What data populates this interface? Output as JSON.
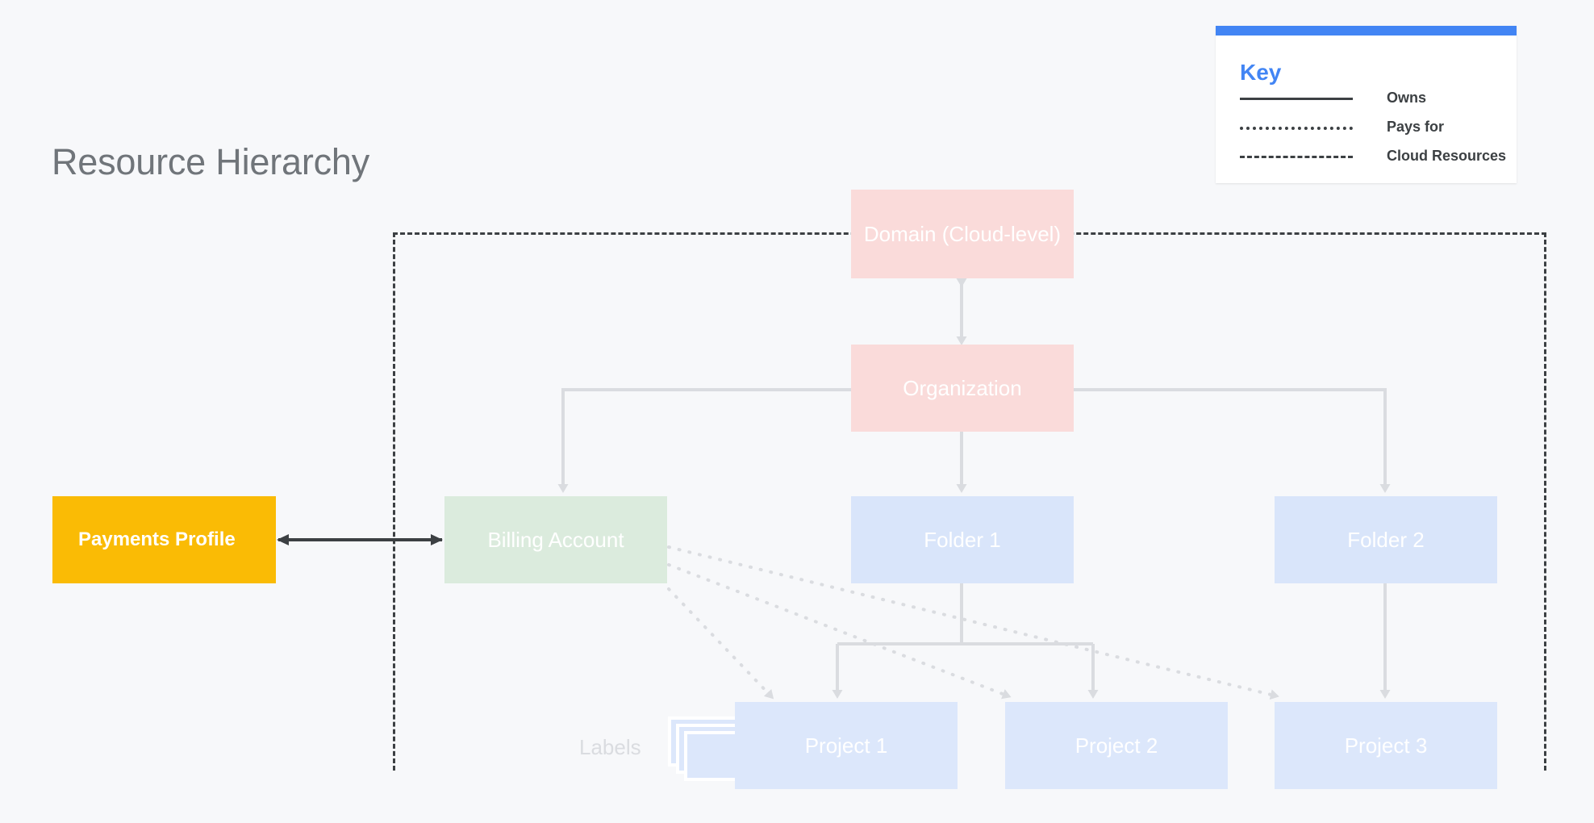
{
  "page": {
    "title": "Resource Hierarchy",
    "background_color": "#F7F8FA"
  },
  "key": {
    "title": "Key",
    "accent_color": "#4285F4",
    "items": [
      {
        "label": "Owns",
        "line_style": "solid"
      },
      {
        "label": "Pays for",
        "line_style": "dotted"
      },
      {
        "label": "Cloud Resources",
        "line_style": "dashed"
      }
    ]
  },
  "diagram": {
    "type": "hierarchy",
    "labels_caption": "Labels",
    "nodes": [
      {
        "id": "domain",
        "label": "Domain (Cloud-level)",
        "color": "#FADBDA",
        "text_color": "#FFFFFF"
      },
      {
        "id": "org",
        "label": "Organization",
        "color": "#FADBDA",
        "text_color": "#FFFFFF"
      },
      {
        "id": "payments",
        "label": "Payments Profile",
        "color": "#FABB05",
        "text_color": "#FFFFFF"
      },
      {
        "id": "billing",
        "label": "Billing Account",
        "color": "#DBEBDD",
        "text_color": "#FFFFFF"
      },
      {
        "id": "folder1",
        "label": "Folder 1",
        "color": "#D9E5FA",
        "text_color": "#FFFFFF"
      },
      {
        "id": "folder2",
        "label": "Folder 2",
        "color": "#D9E5FA",
        "text_color": "#FFFFFF"
      },
      {
        "id": "project1",
        "label": "Project 1",
        "color": "#DCE7FB",
        "text_color": "#FFFFFF"
      },
      {
        "id": "project2",
        "label": "Project 2",
        "color": "#DCE7FB",
        "text_color": "#FFFFFF"
      },
      {
        "id": "project3",
        "label": "Project 3",
        "color": "#DCE7FB",
        "text_color": "#FFFFFF"
      }
    ],
    "edges": [
      {
        "from": "domain",
        "to": "org",
        "style": "solid",
        "relation": "Owns",
        "arrows": "both"
      },
      {
        "from": "org",
        "to": "billing",
        "style": "solid",
        "relation": "Owns",
        "arrows": "end"
      },
      {
        "from": "org",
        "to": "folder1",
        "style": "solid",
        "relation": "Owns",
        "arrows": "end"
      },
      {
        "from": "org",
        "to": "folder2",
        "style": "solid",
        "relation": "Owns",
        "arrows": "end"
      },
      {
        "from": "folder1",
        "to": "project1",
        "style": "solid",
        "relation": "Owns",
        "arrows": "end"
      },
      {
        "from": "folder1",
        "to": "project2",
        "style": "solid",
        "relation": "Owns",
        "arrows": "end"
      },
      {
        "from": "folder2",
        "to": "project3",
        "style": "solid",
        "relation": "Owns",
        "arrows": "end"
      },
      {
        "from": "payments",
        "to": "billing",
        "style": "solid",
        "relation": "Pays for",
        "arrows": "both"
      },
      {
        "from": "billing",
        "to": "project1",
        "style": "dotted",
        "relation": "Pays for",
        "arrows": "end"
      },
      {
        "from": "billing",
        "to": "project2",
        "style": "dotted",
        "relation": "Pays for",
        "arrows": "end"
      },
      {
        "from": "billing",
        "to": "project3",
        "style": "dotted",
        "relation": "Pays for",
        "arrows": "end"
      }
    ],
    "cloud_boundary_contains": [
      "domain",
      "org",
      "billing",
      "folder1",
      "folder2",
      "project1",
      "project2",
      "project3"
    ]
  }
}
